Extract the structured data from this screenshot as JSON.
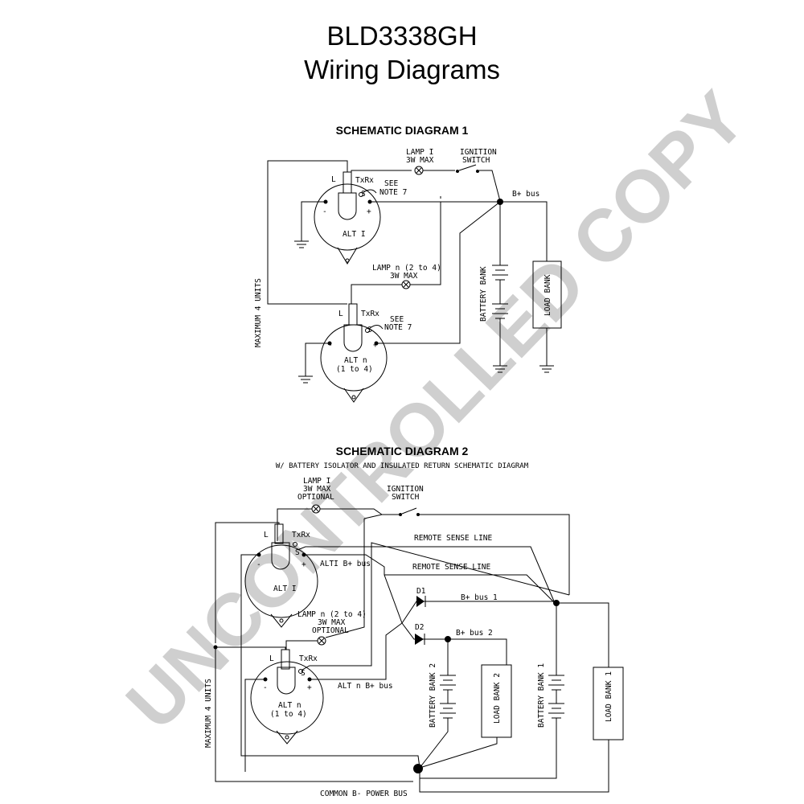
{
  "page": {
    "title": "BLD3338GH",
    "subtitle": "Wiring Diagrams",
    "watermark": "UNCONTROLLED COPY"
  },
  "diagram1": {
    "heading": "SCHEMATIC  DIAGRAM  1",
    "lamp1": [
      "LAMP  I",
      "3W  MAX"
    ],
    "ignition": [
      "IGNITION",
      "SWITCH"
    ],
    "bplus": "B+  bus",
    "seenote": [
      "SEE",
      "NOTE  7"
    ],
    "alt1": "ALT  I",
    "altn": [
      "ALT  n",
      "(1  to  4)"
    ],
    "lampn": [
      "LAMP  n  (2  to  4)",
      "3W  MAX"
    ],
    "battery": "BATTERY  BANK",
    "load": "LOAD  BANK",
    "maxunits": "MAXIMUM  4  UNITS",
    "pins": {
      "l": "L",
      "txrx": "TxRx",
      "s": "S",
      "minus": "-",
      "plus": "+"
    }
  },
  "diagram2": {
    "heading": "SCHEMATIC  DIAGRAM  2",
    "subheading": "W/  BATTERY  ISOLATOR  AND  INSULATED  RETURN  SCHEMATIC  DIAGRAM",
    "lamp1": [
      "LAMP  I",
      "3W  MAX",
      "OPTIONAL"
    ],
    "ignition": [
      "IGNITION",
      "SWITCH"
    ],
    "remote1": "REMOTE  SENSE  LINE",
    "remote2": "REMOTE  SENSE  LINE",
    "alt1bus": "ALTI  B+  bus",
    "d1": "D1",
    "d2": "D2",
    "bus1": "B+  bus  1",
    "bus2": "B+  bus  2",
    "alt1": "ALT  I",
    "lampn": [
      "LAMP  n  (2  to  4)",
      "3W  MAX",
      "OPTIONAL"
    ],
    "altnbus": "ALT  n  B+  bus",
    "altn": [
      "ALT  n",
      "(1  to  4)"
    ],
    "battery2": "BATTERY  BANK  2",
    "load2": "LOAD  BANK  2",
    "battery1": "BATTERY  BANK  1",
    "load1": "LOAD  BANK  1",
    "common": "COMMON  B-  POWER  BUS",
    "maxunits": "MAXIMUM  4  UNITS",
    "pins": {
      "l": "L",
      "txrx": "TxRx",
      "s": "S",
      "minus": "-",
      "plus": "+"
    }
  }
}
